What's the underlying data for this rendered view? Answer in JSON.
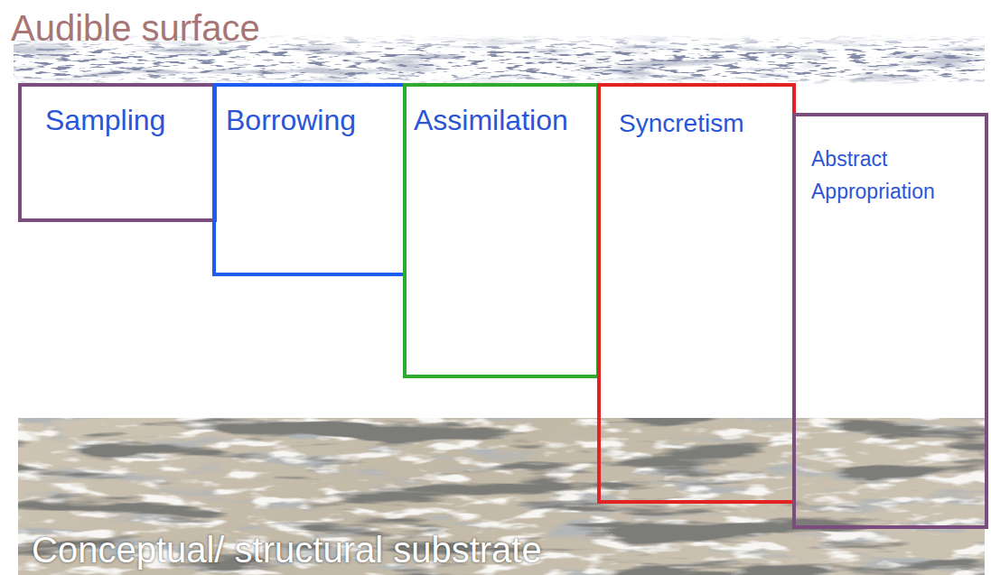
{
  "diagram": {
    "nodes": [
      {
        "text": [
          "Sampling"
        ]
      },
      {
        "text": [
          "Borrowing"
        ]
      },
      {
        "text": [
          "Assimilation"
        ]
      },
      {
        "text": [
          "Syncretism"
        ]
      },
      {
        "text": [
          "Abstract Appropriation"
        ]
      }
    ],
    "labels": [
      "Audible surface",
      "Conceptual/ structural substrate"
    ]
  }
}
